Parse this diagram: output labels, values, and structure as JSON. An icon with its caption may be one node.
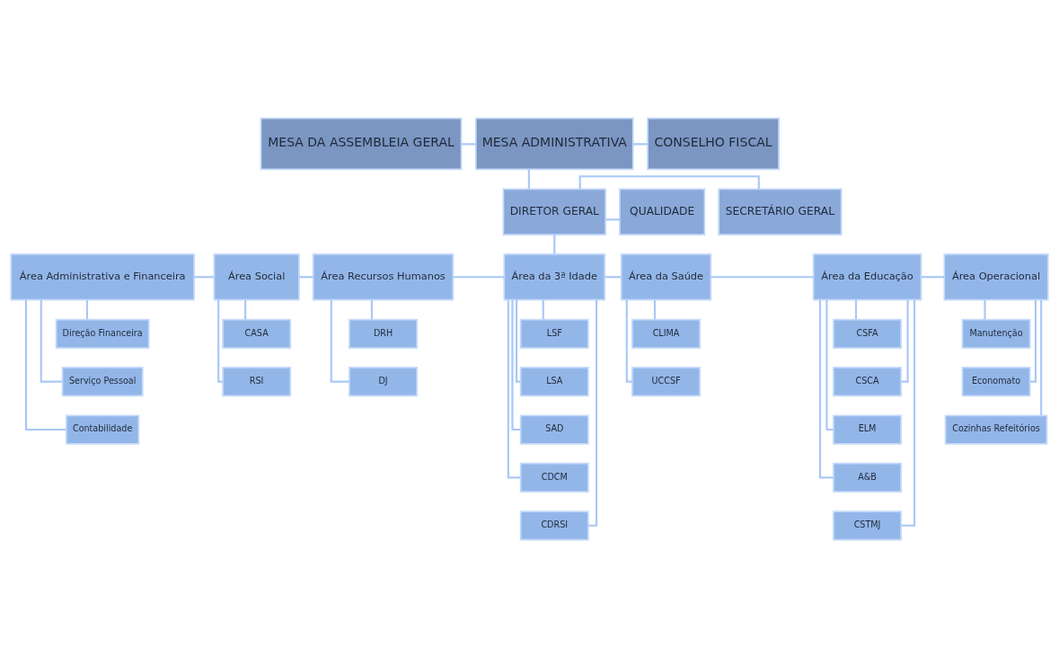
{
  "diagram": {
    "nodes": [
      {
        "text": [
          "MESA DA ASSEMBLEIA GERAL"
        ]
      },
      {
        "text": [
          "MESA ADMINISTRATIVA"
        ]
      },
      {
        "text": [
          "CONSELHO FISCAL"
        ]
      },
      {
        "text": [
          "DIRETOR GERAL"
        ]
      },
      {
        "text": [
          "SECRETÁRIO GERAL"
        ]
      },
      {
        "text": [
          "QUALIDADE"
        ]
      },
      {
        "text": [
          "Área Administrativa e Financeira"
        ]
      },
      {
        "text": [
          "Área Social"
        ]
      },
      {
        "text": [
          "Área Recursos Humanos"
        ]
      },
      {
        "text": [
          "Área da 3ª Idade"
        ]
      },
      {
        "text": [
          "Área da Saúde"
        ]
      },
      {
        "text": [
          "Área da Educação"
        ]
      },
      {
        "text": [
          "Área Operacional"
        ]
      },
      {
        "text": [
          "Direção Financeira"
        ]
      },
      {
        "text": [
          "Serviço Pessoal"
        ]
      },
      {
        "text": [
          "Contabilidade"
        ]
      },
      {
        "text": [
          "CASA"
        ]
      },
      {
        "text": [
          "RSI"
        ]
      },
      {
        "text": [
          "DRH"
        ]
      },
      {
        "text": [
          "DJ"
        ]
      },
      {
        "text": [
          "LSF"
        ]
      },
      {
        "text": [
          "LSA"
        ]
      },
      {
        "text": [
          "SAD"
        ]
      },
      {
        "text": [
          "CDCM"
        ]
      },
      {
        "text": [
          "CDRSI"
        ]
      },
      {
        "text": [
          "CLIMA"
        ]
      },
      {
        "text": [
          "UCCSF"
        ]
      },
      {
        "text": [
          "CSFA"
        ]
      },
      {
        "text": [
          "CSCA"
        ]
      },
      {
        "text": [
          "ELM"
        ]
      },
      {
        "text": [
          "A&B"
        ]
      },
      {
        "text": [
          "CSTMJ"
        ]
      },
      {
        "text": [
          "Manutenção"
        ]
      },
      {
        "text": [
          "Economato"
        ]
      },
      {
        "text": [
          "Cozinhas Refeitórios"
        ]
      }
    ],
    "edges": [
      {
        "from": 0,
        "to": 1,
        "arrow": "none"
      },
      {
        "from": 1,
        "to": 2,
        "arrow": "none"
      },
      {
        "from": 1,
        "to": 3,
        "arrow": "none"
      },
      {
        "from": 3,
        "to": 4,
        "arrow": "none"
      },
      {
        "from": 3,
        "to": 5,
        "arrow": "none"
      },
      {
        "from": 3,
        "to": 9,
        "arrow": "none"
      },
      {
        "from": 6,
        "to": 7,
        "arrow": "none"
      },
      {
        "from": 7,
        "to": 8,
        "arrow": "none"
      },
      {
        "from": 8,
        "to": 9,
        "arrow": "none"
      },
      {
        "from": 9,
        "to": 10,
        "arrow": "none"
      },
      {
        "from": 10,
        "to": 11,
        "arrow": "none"
      },
      {
        "from": 11,
        "to": 12,
        "arrow": "none"
      },
      {
        "from": 6,
        "to": 13,
        "arrow": "none"
      },
      {
        "from": 6,
        "to": 14,
        "arrow": "none"
      },
      {
        "from": 6,
        "to": 15,
        "arrow": "none"
      },
      {
        "from": 7,
        "to": 16,
        "arrow": "none"
      },
      {
        "from": 7,
        "to": 17,
        "arrow": "none"
      },
      {
        "from": 8,
        "to": 18,
        "arrow": "none"
      },
      {
        "from": 8,
        "to": 19,
        "arrow": "none"
      },
      {
        "from": 9,
        "to": 20,
        "arrow": "none"
      },
      {
        "from": 9,
        "to": 21,
        "arrow": "none"
      },
      {
        "from": 9,
        "to": 22,
        "arrow": "none"
      },
      {
        "from": 9,
        "to": 23,
        "arrow": "none"
      },
      {
        "from": 9,
        "to": 24,
        "arrow": "none"
      },
      {
        "from": 10,
        "to": 25,
        "arrow": "none"
      },
      {
        "from": 10,
        "to": 26,
        "arrow": "none"
      },
      {
        "from": 11,
        "to": 27,
        "arrow": "none"
      },
      {
        "from": 11,
        "to": 28,
        "arrow": "none"
      },
      {
        "from": 11,
        "to": 29,
        "arrow": "none"
      },
      {
        "from": 11,
        "to": 30,
        "arrow": "none"
      },
      {
        "from": 11,
        "to": 31,
        "arrow": "none"
      },
      {
        "from": 12,
        "to": 32,
        "arrow": "none"
      },
      {
        "from": 12,
        "to": 33,
        "arrow": "none"
      },
      {
        "from": 12,
        "to": 34,
        "arrow": "none"
      }
    ]
  }
}
